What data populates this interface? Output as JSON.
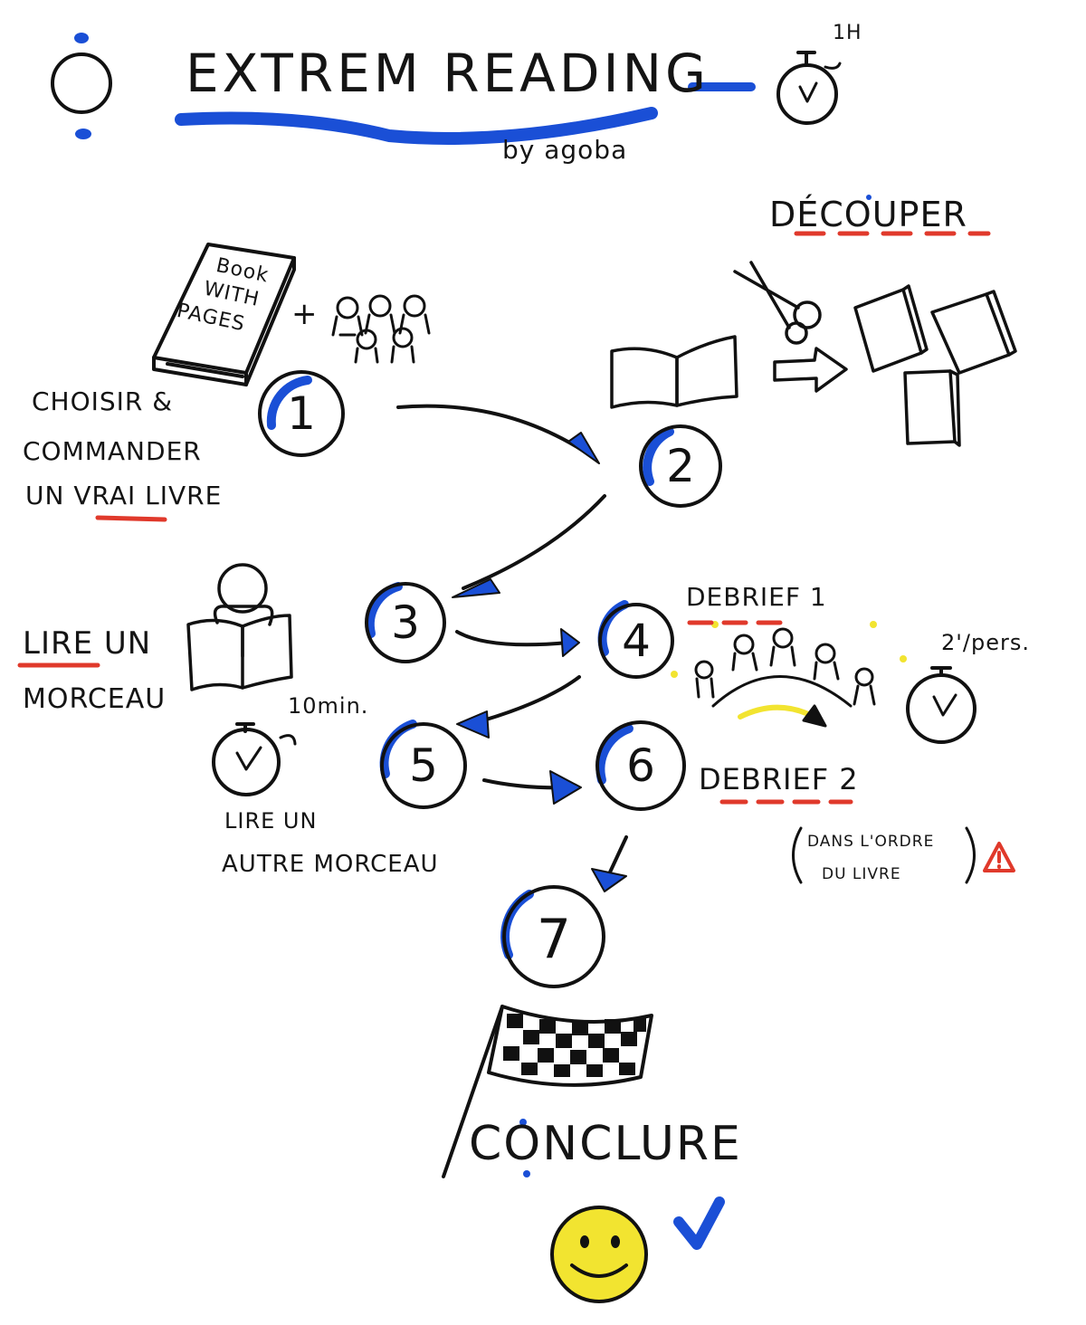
{
  "title": "EXTREM READING",
  "byline": "by agoba",
  "duration": "1H",
  "book_cover": {
    "line1": "Book",
    "line2": "WITH",
    "line3": "PAGES"
  },
  "plus": "+",
  "steps": [
    {
      "number": "1",
      "lines": [
        "CHOISIR &",
        "COMMANDER",
        "UN VRAI LIVRE"
      ]
    },
    {
      "number": "2",
      "label": "DÉCOUPER"
    },
    {
      "number": "3",
      "lines": [
        "LIRE UN",
        "MORCEAU"
      ]
    },
    {
      "number": "4",
      "label": "DEBRIEF 1"
    },
    {
      "number": "5",
      "lines": [
        "LIRE UN",
        "AUTRE MORCEAU"
      ]
    },
    {
      "number": "6",
      "label": "DEBRIEF 2"
    },
    {
      "number": "7",
      "label": "CONCLURE"
    }
  ],
  "timer_read": "10min.",
  "timer_debrief": "2'/pers.",
  "debrief2_note": [
    "DANS L'ORDRE",
    "DU LIVRE"
  ],
  "colors": {
    "accent_blue": "#1a4fd6",
    "underline_red": "#e0392b",
    "yellow": "#f2e430",
    "ink": "#111111"
  }
}
